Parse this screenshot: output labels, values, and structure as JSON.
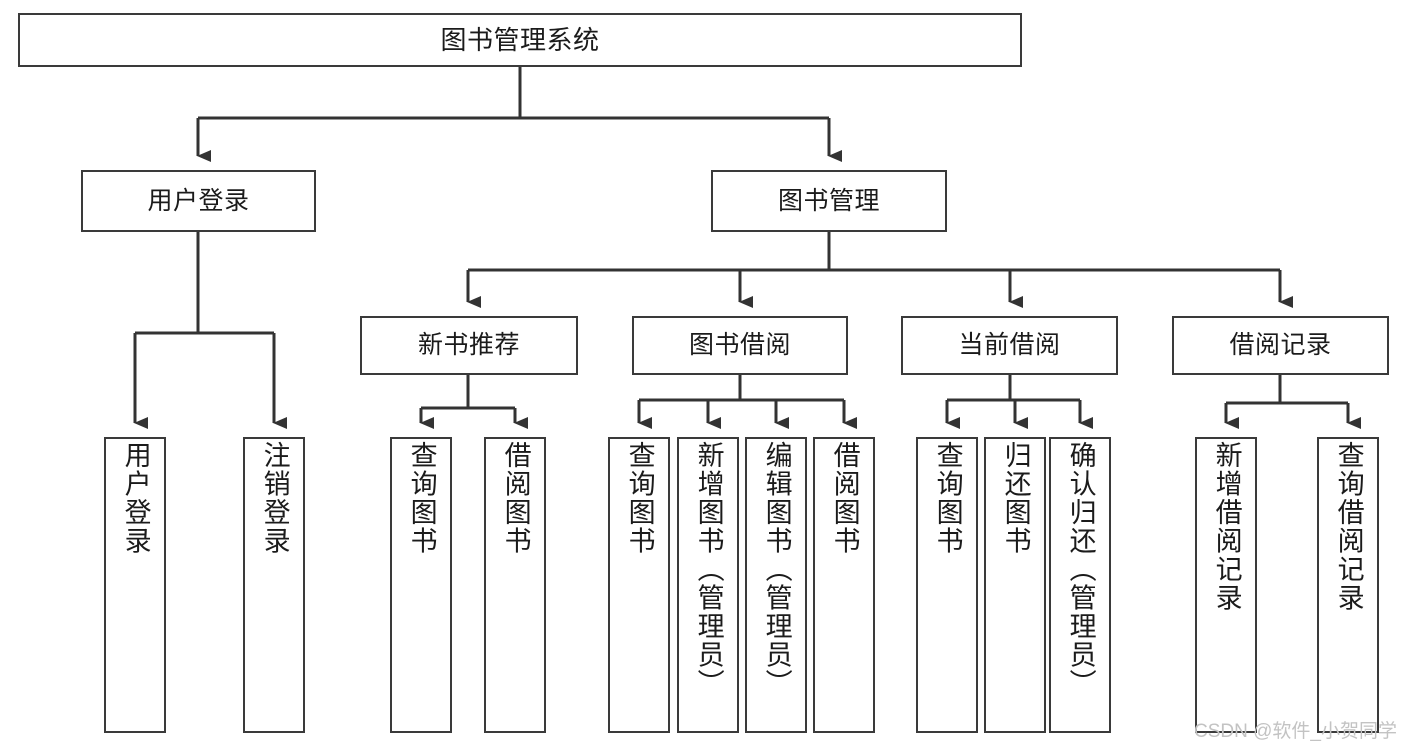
{
  "diagram": {
    "type": "tree",
    "title": "图书管理系统",
    "orientation": "top-down",
    "colors": {
      "box_border": "#3a3a3a",
      "box_fill": "#ffffff",
      "edge": "#333333",
      "text": "#1b1b1b",
      "watermark": "#c3c3c3",
      "background": "#ffffff"
    },
    "root": {
      "label": "图书管理系统"
    },
    "level2": [
      {
        "label": "用户登录"
      },
      {
        "label": "图书管理"
      }
    ],
    "level3": [
      {
        "label": "新书推荐"
      },
      {
        "label": "图书借阅"
      },
      {
        "label": "当前借阅"
      },
      {
        "label": "借阅记录"
      }
    ],
    "leaves": {
      "user_login": [
        {
          "label": "用户登录"
        },
        {
          "label": "注销登录"
        }
      ],
      "new_book": [
        {
          "label": "查询图书"
        },
        {
          "label": "借阅图书"
        }
      ],
      "book_borrow": [
        {
          "label": "查询图书"
        },
        {
          "label": "新增图书（管理员）"
        },
        {
          "label": "编辑图书（管理员）"
        },
        {
          "label": "借阅图书"
        }
      ],
      "current_borrow": [
        {
          "label": "查询图书"
        },
        {
          "label": "归还图书"
        },
        {
          "label": "确认归还（管理员）"
        }
      ],
      "borrow_record": [
        {
          "label": "新增借阅记录"
        },
        {
          "label": "查询借阅记录"
        }
      ]
    },
    "watermark": "CSDN @软件_小贺同学"
  }
}
